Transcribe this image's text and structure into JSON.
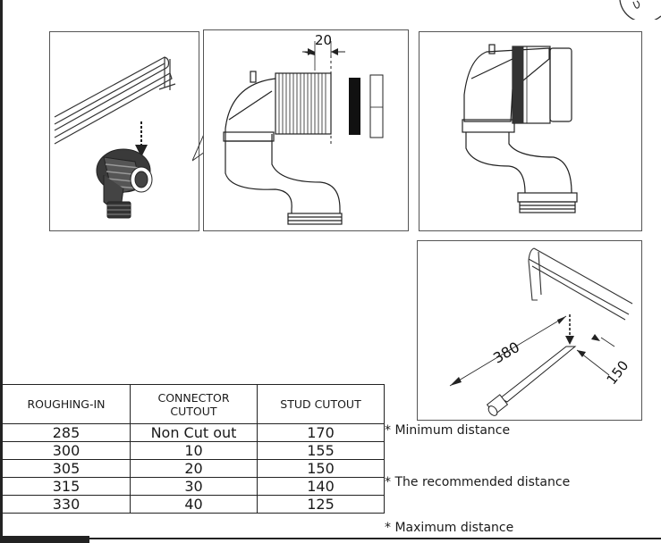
{
  "diagram": {
    "step2_dimension": "20",
    "step4_length": "380",
    "step4_offset": "150"
  },
  "table": {
    "headers": [
      "ROUGHING-IN",
      "CONNECTOR\nCUTOUT",
      "STUD CUTOUT"
    ],
    "rows": [
      {
        "roughing_in": "285",
        "connector_cutout": "Non Cut out",
        "stud_cutout": "170"
      },
      {
        "roughing_in": "300",
        "connector_cutout": "10",
        "stud_cutout": "155"
      },
      {
        "roughing_in": "305",
        "connector_cutout": "20",
        "stud_cutout": "150"
      },
      {
        "roughing_in": "315",
        "connector_cutout": "30",
        "stud_cutout": "140"
      },
      {
        "roughing_in": "330",
        "connector_cutout": "40",
        "stud_cutout": "125"
      }
    ]
  },
  "notes": {
    "minimum": "* Minimum distance",
    "recommended": "* The recommended distance",
    "maximum": "* Maximum distance"
  }
}
